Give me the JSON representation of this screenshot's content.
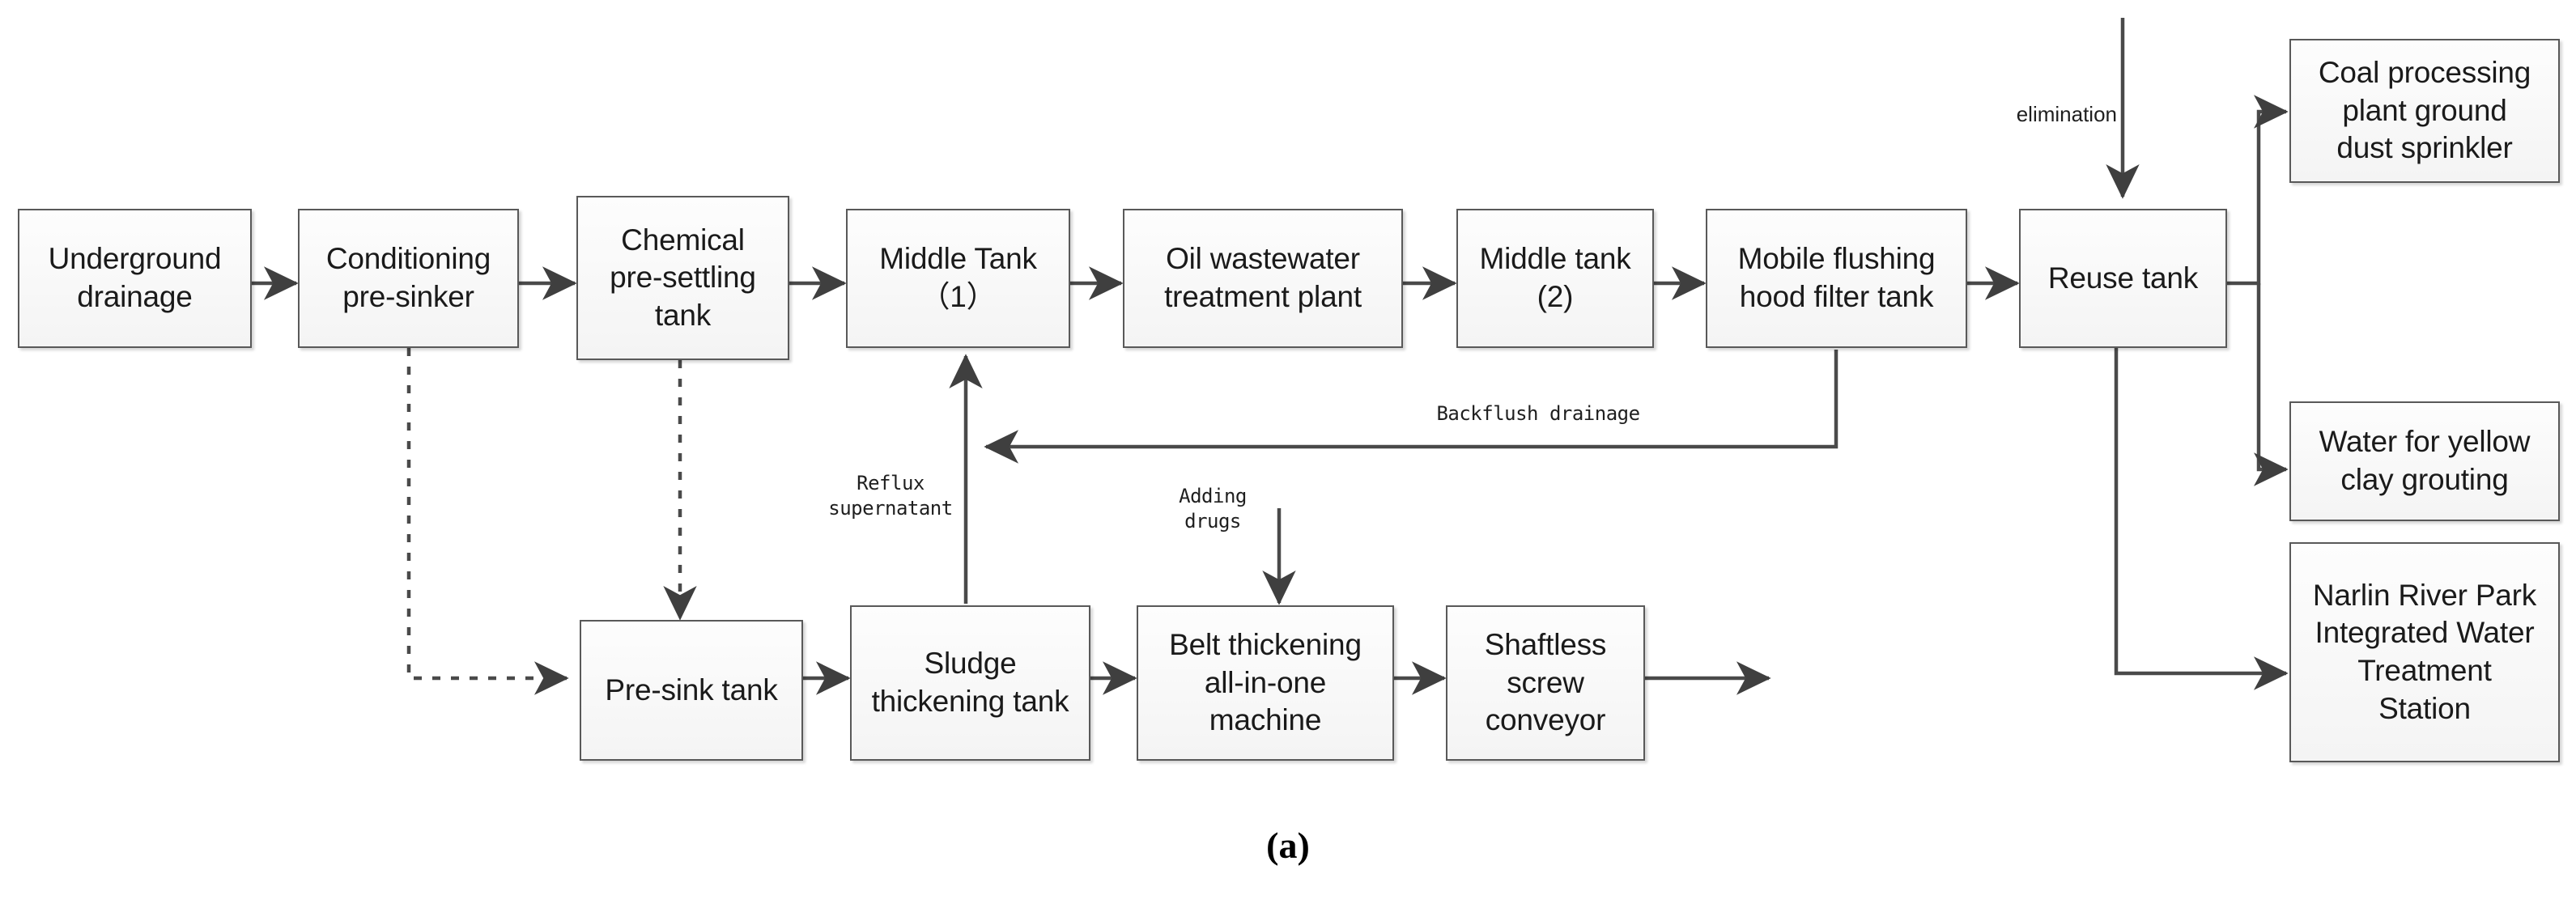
{
  "diagram": {
    "caption": "(a)",
    "colors": {
      "box_border": "#595959",
      "box_fill": "#f4f4f4",
      "line": "#4a4a4a",
      "text": "#1a1a1a",
      "background": "#ffffff"
    },
    "nodes": [
      {
        "id": "underground-drainage",
        "label": "Underground\ndrainage"
      },
      {
        "id": "conditioning-pre-sinker",
        "label": "Conditioning\npre-sinker"
      },
      {
        "id": "chemical-pre-settling-tank",
        "label": "Chemical\npre-settling\ntank"
      },
      {
        "id": "middle-tank-1",
        "label": "Middle Tank\n（1）"
      },
      {
        "id": "oil-wastewater-treatment-plant",
        "label": "Oil wastewater\ntreatment plant"
      },
      {
        "id": "middle-tank-2",
        "label": "Middle tank\n(2)"
      },
      {
        "id": "mobile-flushing-hood-filter-tank",
        "label": "Mobile flushing\nhood filter tank"
      },
      {
        "id": "reuse-tank",
        "label": "Reuse tank"
      },
      {
        "id": "coal-processing-plant-ground-dust-sprinkler",
        "label": "Coal processing\nplant ground\ndust sprinkler"
      },
      {
        "id": "water-for-yellow-clay-grouting",
        "label": "Water for yellow\nclay grouting"
      },
      {
        "id": "narlin-river-park-integrated-water-treatment-station",
        "label": "Narlin River Park\nIntegrated Water\nTreatment\nStation"
      },
      {
        "id": "pre-sink-tank",
        "label": "Pre-sink tank"
      },
      {
        "id": "sludge-thickening-tank",
        "label": "Sludge\nthickening tank"
      },
      {
        "id": "belt-thickening-all-in-one-machine",
        "label": "Belt thickening\nall-in-one\nmachine"
      },
      {
        "id": "shaftless-screw-conveyor",
        "label": "Shaftless\nscrew\nconveyor"
      }
    ],
    "edge_labels": [
      {
        "id": "elimination",
        "text": "elimination"
      },
      {
        "id": "backflush-drainage",
        "text": "Backflush drainage"
      },
      {
        "id": "reflux-supernatant",
        "text": "Reflux\nsupernatant"
      },
      {
        "id": "adding-drugs",
        "text": "Adding\ndrugs"
      }
    ],
    "edges": [
      {
        "from": "underground-drainage",
        "to": "conditioning-pre-sinker",
        "style": "solid"
      },
      {
        "from": "conditioning-pre-sinker",
        "to": "chemical-pre-settling-tank",
        "style": "solid"
      },
      {
        "from": "chemical-pre-settling-tank",
        "to": "middle-tank-1",
        "style": "solid"
      },
      {
        "from": "middle-tank-1",
        "to": "oil-wastewater-treatment-plant",
        "style": "solid"
      },
      {
        "from": "oil-wastewater-treatment-plant",
        "to": "middle-tank-2",
        "style": "solid"
      },
      {
        "from": "middle-tank-2",
        "to": "mobile-flushing-hood-filter-tank",
        "style": "solid"
      },
      {
        "from": "mobile-flushing-hood-filter-tank",
        "to": "reuse-tank",
        "style": "solid"
      },
      {
        "from": "elimination",
        "to": "reuse-tank",
        "style": "solid"
      },
      {
        "from": "reuse-tank",
        "to": "coal-processing-plant-ground-dust-sprinkler",
        "style": "solid"
      },
      {
        "from": "reuse-tank",
        "to": "water-for-yellow-clay-grouting",
        "style": "solid"
      },
      {
        "from": "reuse-tank",
        "to": "narlin-river-park-integrated-water-treatment-station",
        "style": "solid"
      },
      {
        "from": "conditioning-pre-sinker",
        "to": "pre-sink-tank",
        "style": "dashed"
      },
      {
        "from": "chemical-pre-settling-tank",
        "to": "pre-sink-tank",
        "style": "dashed"
      },
      {
        "from": "pre-sink-tank",
        "to": "sludge-thickening-tank",
        "style": "solid"
      },
      {
        "from": "sludge-thickening-tank",
        "to": "middle-tank-1",
        "style": "solid",
        "label": "reflux-supernatant"
      },
      {
        "from": "mobile-flushing-hood-filter-tank",
        "to": "middle-tank-1",
        "style": "solid",
        "label": "backflush-drainage"
      },
      {
        "from": "sludge-thickening-tank",
        "to": "belt-thickening-all-in-one-machine",
        "style": "solid"
      },
      {
        "from": "adding-drugs",
        "to": "belt-thickening-all-in-one-machine",
        "style": "solid"
      },
      {
        "from": "belt-thickening-all-in-one-machine",
        "to": "shaftless-screw-conveyor",
        "style": "solid"
      },
      {
        "from": "shaftless-screw-conveyor",
        "to": "output",
        "style": "solid"
      }
    ]
  }
}
